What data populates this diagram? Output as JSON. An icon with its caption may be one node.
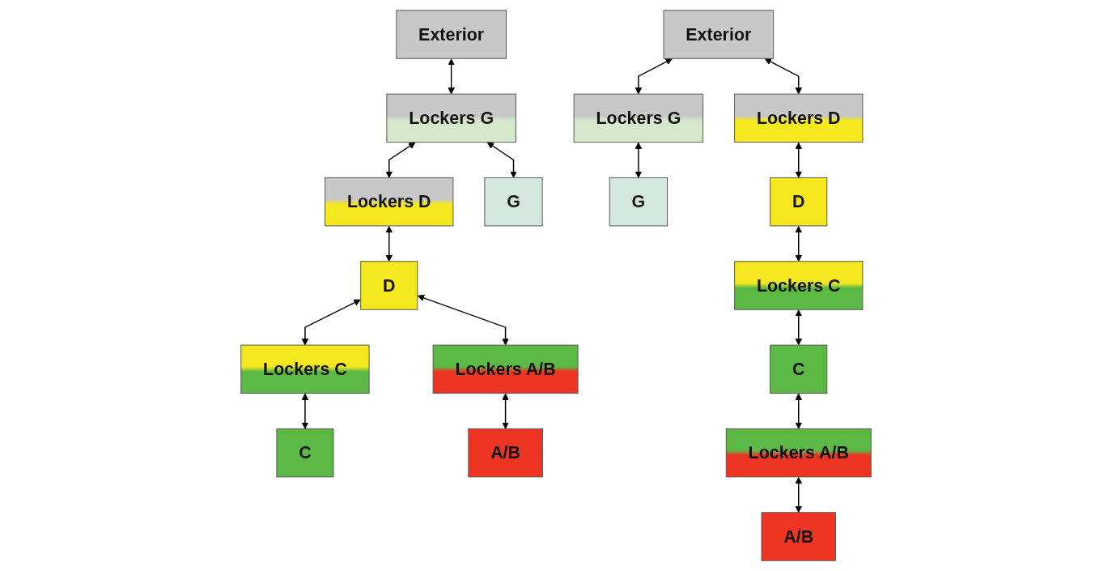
{
  "diagram": {
    "nodes": [
      {
        "text": [
          "Exterior"
        ]
      },
      {
        "text": [
          "Lockers G"
        ]
      },
      {
        "text": [
          "Lockers D"
        ]
      },
      {
        "text": [
          "G"
        ]
      },
      {
        "text": [
          "D"
        ]
      },
      {
        "text": [
          "Lockers C"
        ]
      },
      {
        "text": [
          "Lockers A/B"
        ]
      },
      {
        "text": [
          "C"
        ]
      },
      {
        "text": [
          "A/B"
        ]
      },
      {
        "text": [
          "Exterior"
        ]
      },
      {
        "text": [
          "Lockers G"
        ]
      },
      {
        "text": [
          "Lockers D"
        ]
      },
      {
        "text": [
          "G"
        ]
      },
      {
        "text": [
          "D"
        ]
      },
      {
        "text": [
          "Lockers C"
        ]
      },
      {
        "text": [
          "Lockers A/B"
        ]
      },
      {
        "text": [
          "C"
        ]
      },
      {
        "text": [
          "A/B"
        ]
      }
    ],
    "edges": [
      {
        "from": 0,
        "to": 1,
        "arrow": "both"
      },
      {
        "from": 1,
        "to": 3,
        "arrow": "both"
      },
      {
        "from": 1,
        "to": 2,
        "arrow": "both"
      },
      {
        "from": 2,
        "to": 4,
        "arrow": "both"
      },
      {
        "from": 4,
        "to": 5,
        "arrow": "both"
      },
      {
        "from": 4,
        "to": 6,
        "arrow": "both"
      },
      {
        "from": 5,
        "to": 7,
        "arrow": "both"
      },
      {
        "from": 6,
        "to": 8,
        "arrow": "both"
      },
      {
        "from": 9,
        "to": 10,
        "arrow": "both"
      },
      {
        "from": 9,
        "to": 11,
        "arrow": "both"
      },
      {
        "from": 10,
        "to": 12,
        "arrow": "both"
      },
      {
        "from": 11,
        "to": 13,
        "arrow": "both"
      },
      {
        "from": 13,
        "to": 14,
        "arrow": "both"
      },
      {
        "from": 14,
        "to": 16,
        "arrow": "both"
      },
      {
        "from": 16,
        "to": 15,
        "arrow": "both"
      },
      {
        "from": 15,
        "to": 17,
        "arrow": "both"
      }
    ]
  }
}
